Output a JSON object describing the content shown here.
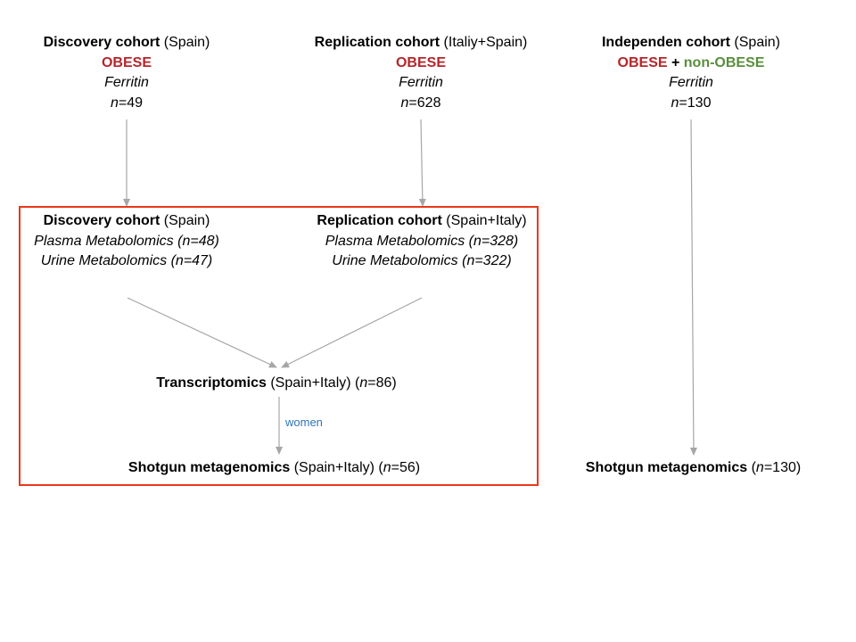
{
  "top_cohorts": [
    {
      "name": "Discovery cohort",
      "region": " (Spain)",
      "group_a": "OBESE",
      "marker": "Ferritin",
      "n_prefix": "n",
      "n_value": "=49"
    },
    {
      "name": "Replication cohort",
      "region": " (Italiy+Spain)",
      "group_a": "OBESE",
      "marker": "Ferritin",
      "n_prefix": "n",
      "n_value": "=628"
    },
    {
      "name": "Independen cohort",
      "region": " (Spain)",
      "group_a": "OBESE",
      "plus": " + ",
      "group_b": "non-OBESE",
      "marker": "Ferritin",
      "n_prefix": "n",
      "n_value": "=130"
    }
  ],
  "metabolomics": [
    {
      "name": "Discovery cohort",
      "region": " (Spain)",
      "plasma": "Plasma Metabolomics (n=48)",
      "urine": "Urine Metabolomics (n=47)"
    },
    {
      "name": "Replication cohort",
      "region": " (Spain+Italy)",
      "plasma": "Plasma Metabolomics (n=328)",
      "urine": "Urine Metabolomics (n=322)"
    }
  ],
  "transcriptomics": {
    "name": "Transcriptomics",
    "detail": " (Spain+Italy) (",
    "n_prefix": "n",
    "n_value": "=86)"
  },
  "edge_label": "women",
  "shotgun_left": {
    "name": "Shotgun metagenomics",
    "detail": " (Spain+Italy) (",
    "n_prefix": "n",
    "n_value": "=56)"
  },
  "shotgun_right": {
    "name": "Shotgun metagenomics",
    "detail": " (",
    "n_prefix": "n",
    "n_value": "=130)"
  },
  "colors": {
    "obese": "#b5262b",
    "non_obese": "#5a8e3c",
    "box_border": "#e8381a",
    "arrow": "#a6a6a6",
    "edge_label": "#2e75b6"
  }
}
